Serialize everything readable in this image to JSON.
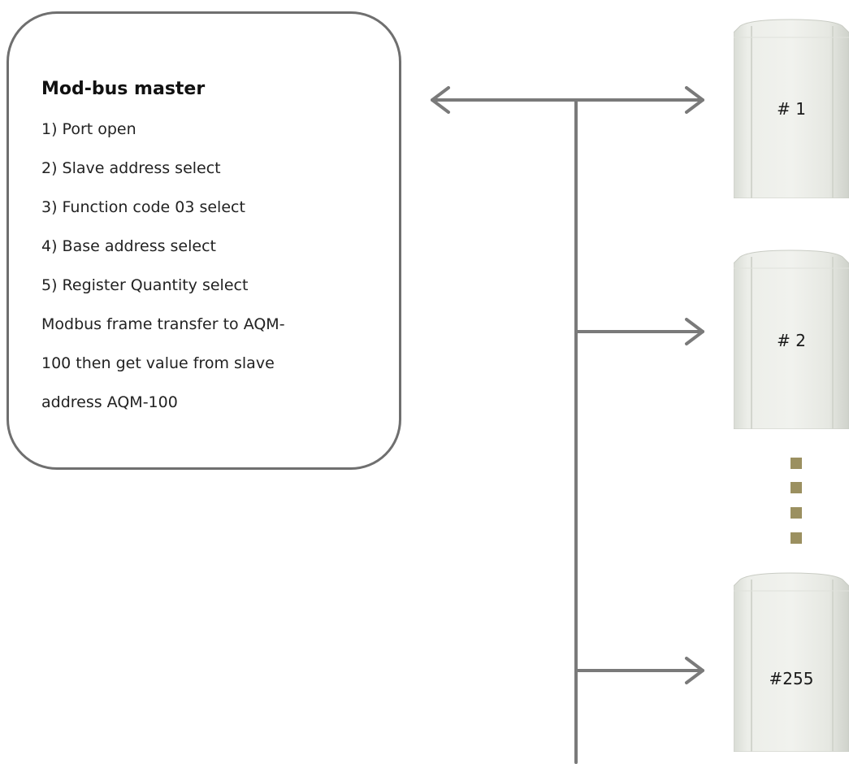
{
  "master": {
    "title": "Mod-bus master",
    "lines": [
      "1) Port open",
      "2) Slave address select",
      "3) Function code 03 select",
      "4) Base address select",
      "5) Register Quantity select",
      "Modbus frame transfer to AQM-",
      "100 then get value from slave",
      "address AQM-100"
    ]
  },
  "devices": [
    {
      "label": "# 1"
    },
    {
      "label": "# 2"
    },
    {
      "label": "#255"
    }
  ],
  "colors": {
    "line": "#7a7a7a",
    "box_border": "#6f6f6f",
    "ellipsis": "#9b9060",
    "device_body": "#e9ebe6"
  }
}
